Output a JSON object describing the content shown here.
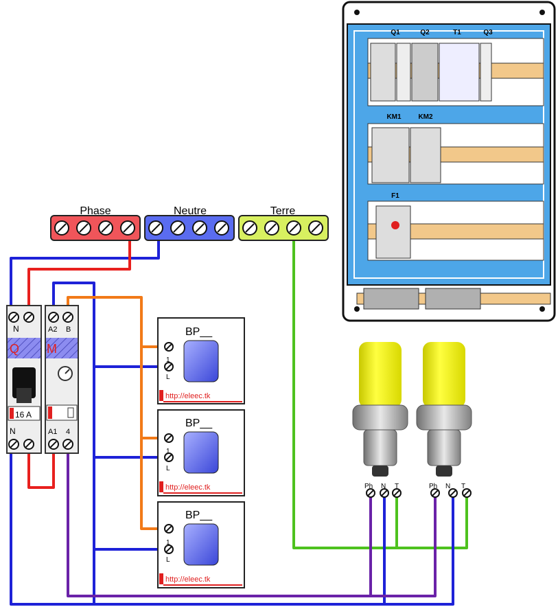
{
  "terminals": {
    "phase_label": "Phase",
    "neutre_label": "Neutre",
    "terre_label": "Terre",
    "colors": {
      "phase": "#f0555a",
      "neutre": "#5a6cf0",
      "terre": "#d8f060"
    }
  },
  "breaker": {
    "top_left": "N",
    "rating": "16 A",
    "bottom_left": "N",
    "mark": "Q"
  },
  "relay": {
    "top_left": "A2",
    "top_right": "B",
    "bottom_left": "A1",
    "bottom_right": "4",
    "mark": "M"
  },
  "pushbuttons": [
    {
      "title": "BP__",
      "pin1": "1",
      "pinL": "L",
      "url": "http://eleec.tk"
    },
    {
      "title": "BP__",
      "pin1": "1",
      "pinL": "L",
      "url": "http://eleec.tk"
    },
    {
      "title": "BP__",
      "pin1": "1",
      "pinL": "L",
      "url": "http://eleec.tk"
    }
  ],
  "cabinet": {
    "row1_labels": [
      "Q1",
      "Q2",
      "T1",
      "Q3"
    ],
    "row2_labels": [
      "KM1",
      "KM2"
    ],
    "row3_labels": [
      "F1"
    ]
  },
  "lamps": [
    {
      "ph": "Ph",
      "n": "N",
      "t": "T"
    },
    {
      "ph": "Ph",
      "n": "N",
      "t": "T"
    }
  ],
  "wire_colors": {
    "phase": "#e8201e",
    "neutral": "#1e22d8",
    "earth": "#4ec21e",
    "switched": "#6a22a8",
    "command": "#f27a18"
  }
}
